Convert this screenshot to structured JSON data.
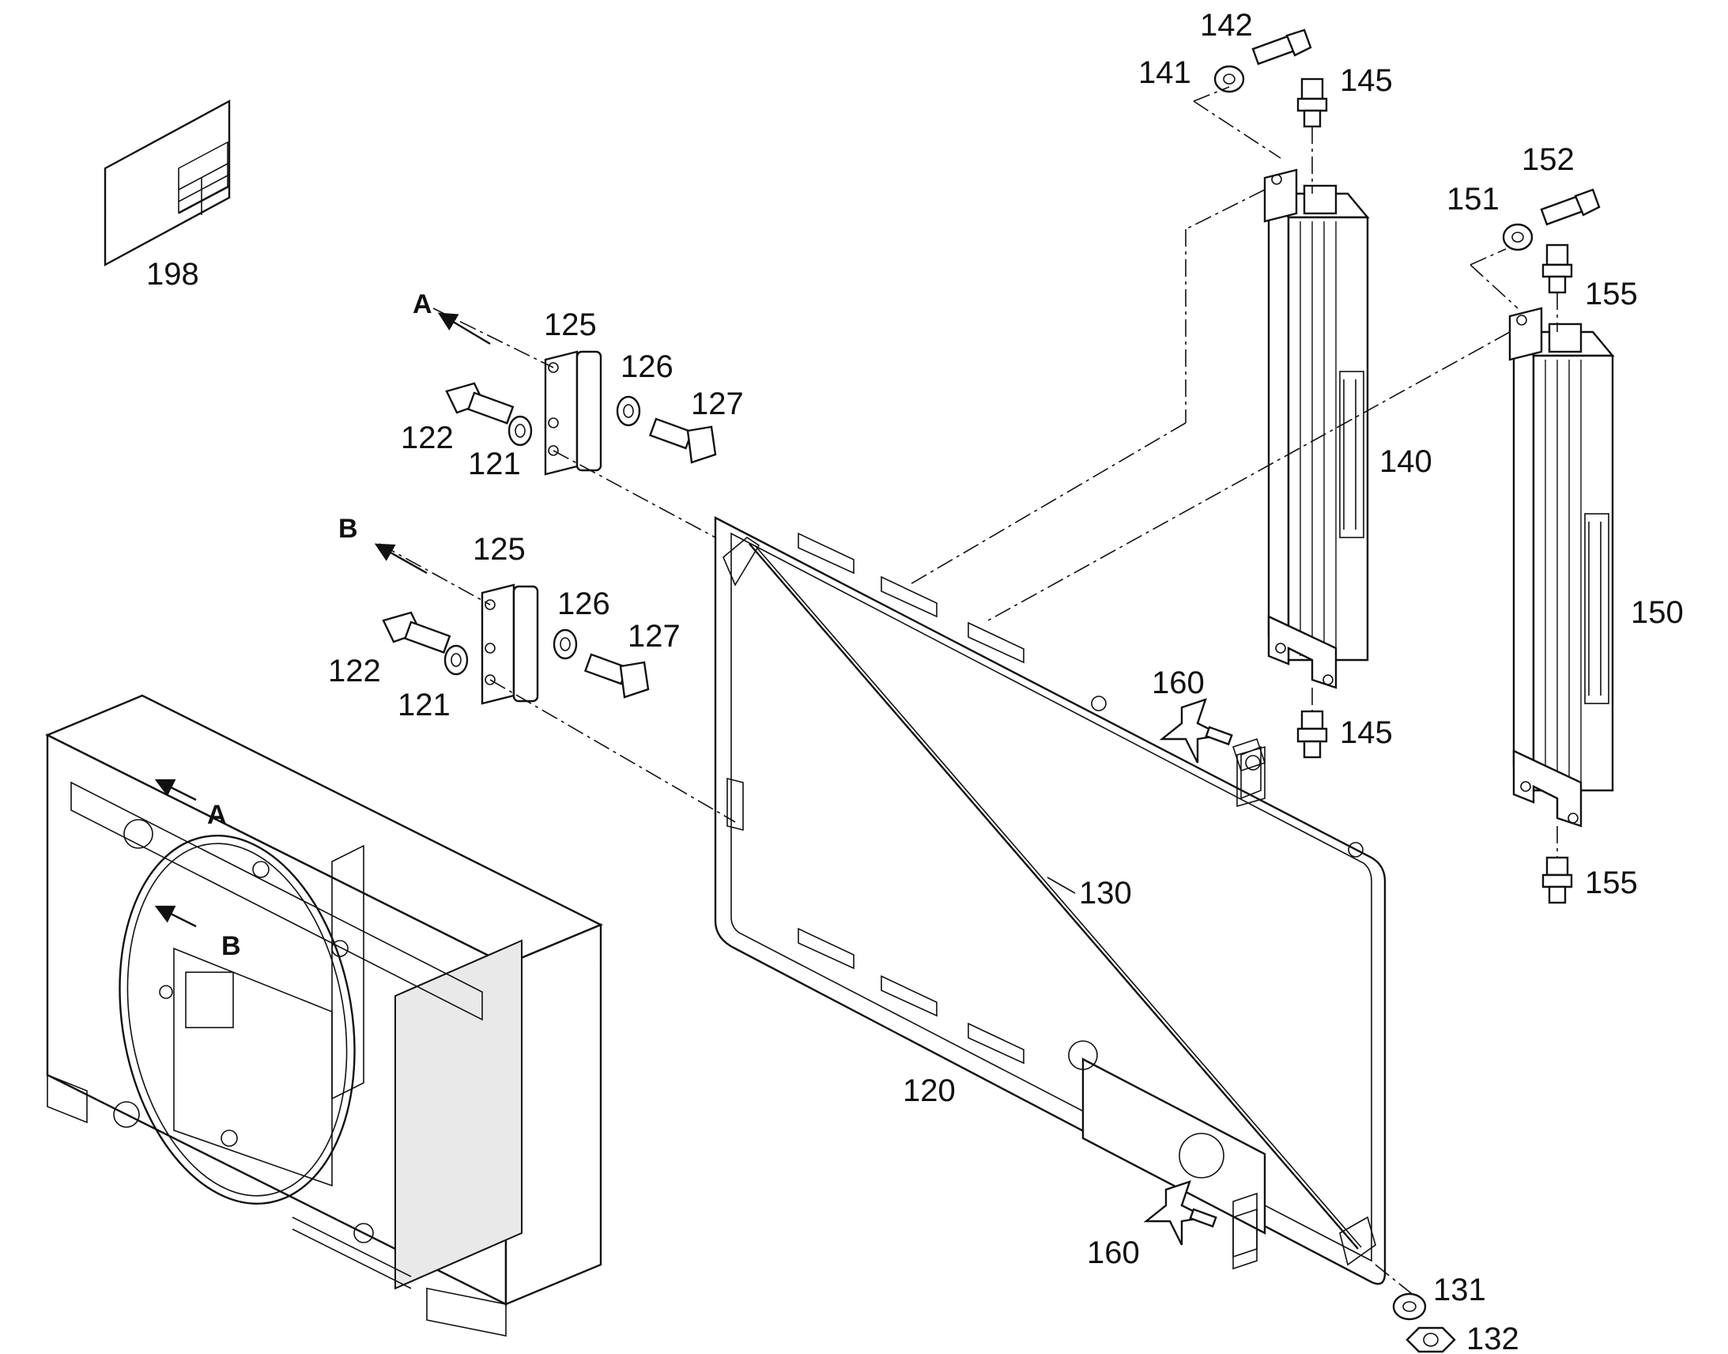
{
  "diagram": {
    "type": "exploded-parts-view",
    "callouts": {
      "c198": "198",
      "c125a": "125",
      "c126a": "126",
      "c127a": "127",
      "c122a": "122",
      "c121a": "121",
      "c125b": "125",
      "c126b": "126",
      "c127b": "127",
      "c122b": "122",
      "c121b": "121",
      "c142": "142",
      "c141": "141",
      "c145a": "145",
      "c140": "140",
      "c145b": "145",
      "c152": "152",
      "c151": "151",
      "c155a": "155",
      "c150": "150",
      "c155b": "155",
      "c160a": "160",
      "c160b": "160",
      "c130": "130",
      "c120": "120",
      "c131": "131",
      "c132": "132"
    },
    "view_refs": {
      "arrowA_top": "A",
      "arrowB_top": "B",
      "arrowA_frame": "A",
      "arrowB_frame": "B"
    }
  }
}
